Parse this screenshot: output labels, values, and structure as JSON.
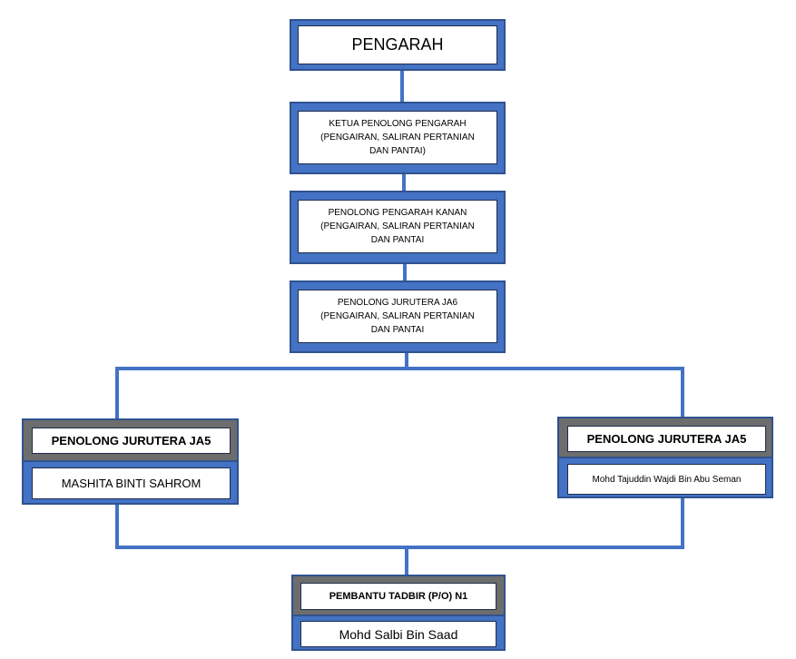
{
  "nodes": {
    "pengarah": {
      "title": "PENGARAH"
    },
    "ketua": {
      "title": "KETUA PENOLONG PENGARAH\n(PENGAIRAN, SALIRAN PERTANIAN\nDAN PANTAI)"
    },
    "ppk": {
      "title": "PENOLONG PENGARAH KANAN\n(PENGAIRAN, SALIRAN PERTANIAN\nDAN PANTAI"
    },
    "ja6": {
      "title": "PENOLONG JURUTERA JA6\n(PENGAIRAN, SALIRAN PERTANIAN\nDAN PANTAI"
    },
    "ja5_left": {
      "title": "PENOLONG JURUTERA JA5",
      "name": "MASHITA BINTI SAHROM"
    },
    "ja5_right": {
      "title": "PENOLONG JURUTERA JA5",
      "name": "Mohd Tajuddin Wajdi Bin Abu Seman"
    },
    "pt": {
      "title": "PEMBANTU  TADBIR (P/O) N1",
      "name": "Mohd Salbi Bin Saad"
    }
  },
  "colors": {
    "box_fill": "#4472c4",
    "header_fill": "#6d6d6d",
    "connector": "#4472c4"
  }
}
